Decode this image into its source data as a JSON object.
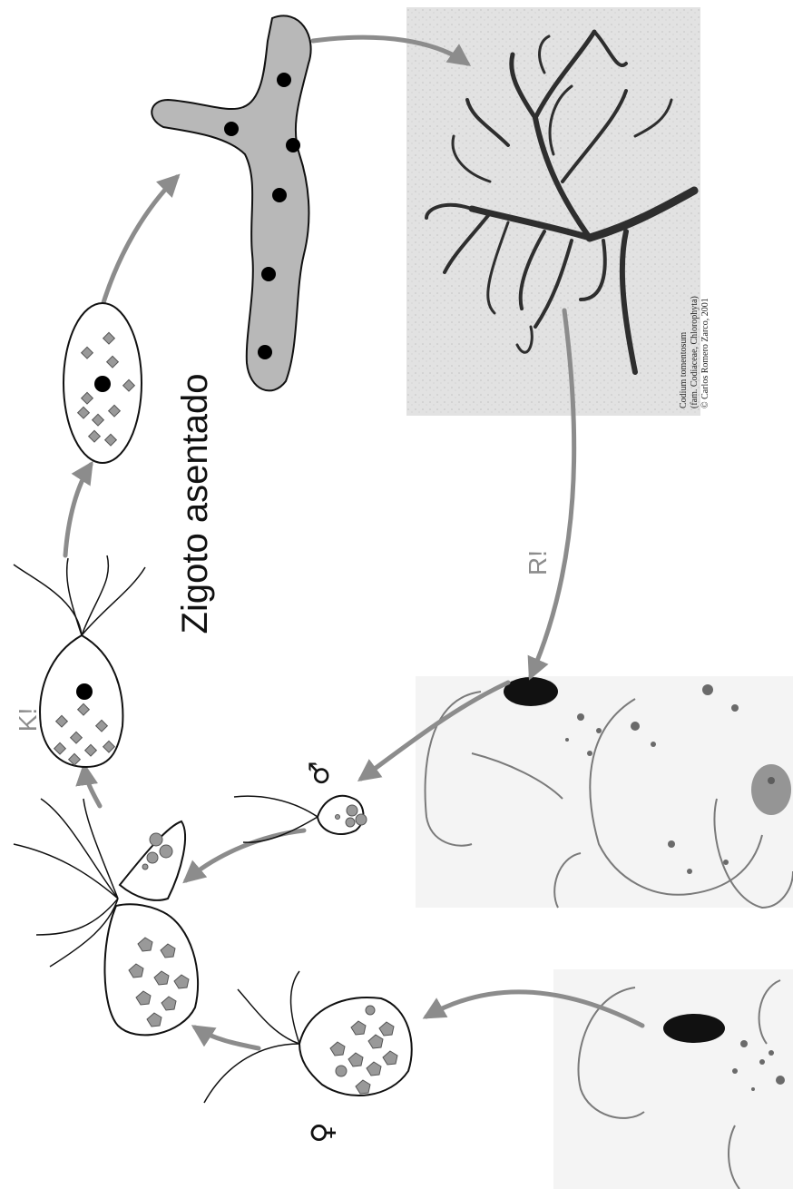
{
  "labels": {
    "zygote": "Zigoto asentado",
    "meiosis": "R!",
    "karyogamy": "K!",
    "male_symbol": "♂",
    "female_symbol": "♀"
  },
  "photo_credit": {
    "line1": "Codium tomentosum",
    "line2": "(fam. Codiaceae, Chlorophyta)",
    "line3": "© Carlos Romero Zarco, 2001"
  },
  "colors": {
    "arrow": "#8c8c8c",
    "thallus": "#b8b8b8",
    "nucleus": "#000000",
    "plastid": "#999999",
    "ink": "#111111"
  }
}
